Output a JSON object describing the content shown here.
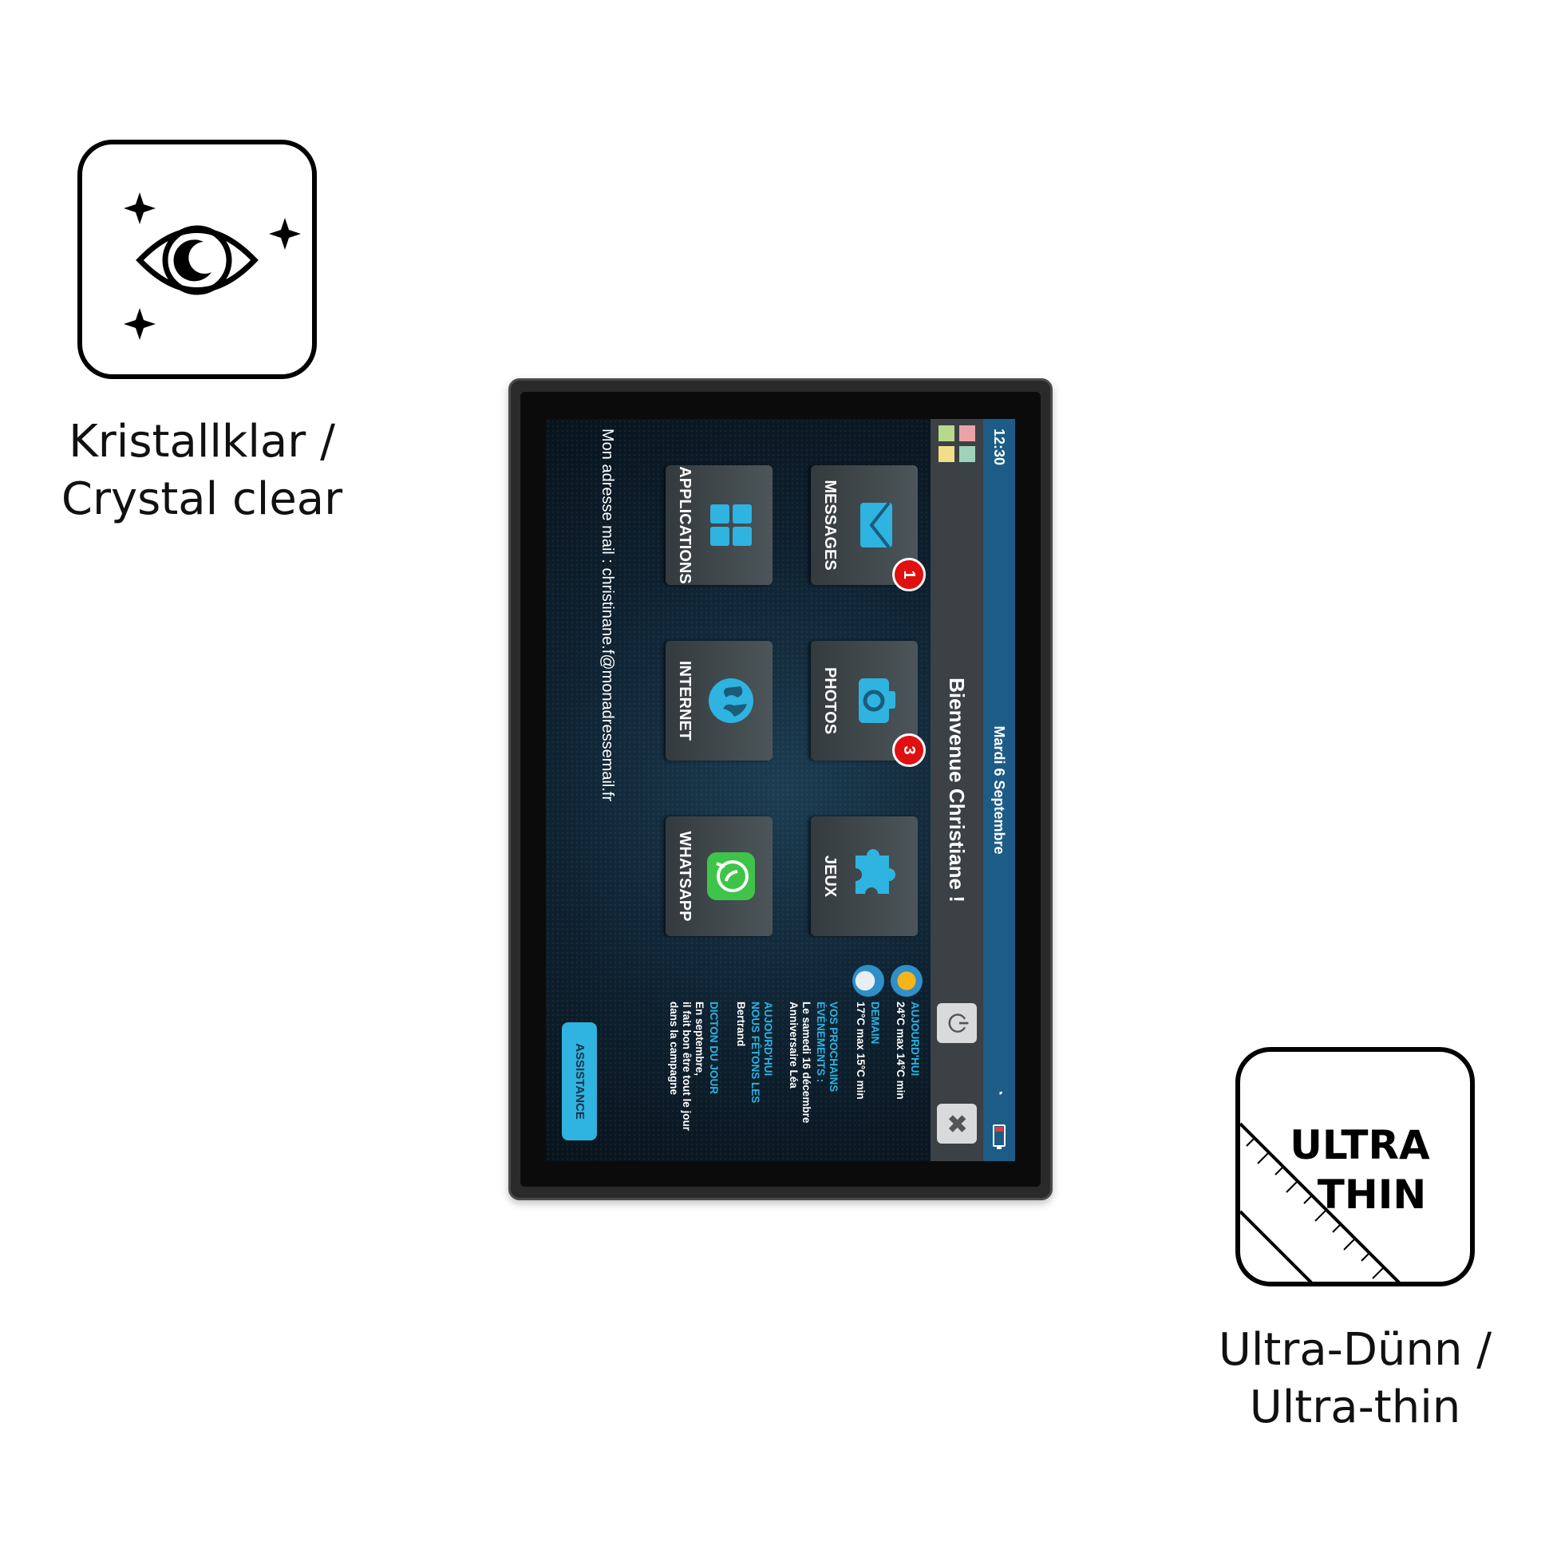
{
  "features": {
    "crystal_caption_line1": "Kristallklar /",
    "crystal_caption_line2": "Crystal clear",
    "thin_caption_line1": "Ultra-Dünn /",
    "thin_caption_line2": "Ultra-thin",
    "thin_badge_line1": "ULTRA",
    "thin_badge_line2": "THIN"
  },
  "status_bar": {
    "time": "12:30",
    "date": "Mardi 6 Septembre",
    "wifi_icon": "wifi-icon",
    "battery_icon": "battery-low-icon"
  },
  "header": {
    "welcome": "Bienvenue Christiane !",
    "home_icon": "app-grid-icon",
    "power_icon": "power-icon",
    "tools_icon": "tools-icon"
  },
  "tiles": [
    {
      "label": "MESSAGES",
      "icon": "envelope-icon",
      "badge": "1"
    },
    {
      "label": "PHOTOS",
      "icon": "camera-icon",
      "badge": "3"
    },
    {
      "label": "JEUX",
      "icon": "puzzle-icon"
    },
    {
      "label": "APPLICATIONS",
      "icon": "app-grid-icon"
    },
    {
      "label": "INTERNET",
      "icon": "globe-icon"
    },
    {
      "label": "WHATSAPP",
      "icon": "whatsapp-icon"
    }
  ],
  "email_line": "Mon adresse mail : christinane.f@monadressemail.fr",
  "info": {
    "today_label": "AUJOURD'HUI",
    "today_weather": "24°C max 14°C min",
    "tomorrow_label": "DEMAIN",
    "tomorrow_weather": "17°C max 15°C min",
    "events_label_1": "VOS PROCHAINS",
    "events_label_2": "ÉVÉNEMENTS :",
    "event_line_1": "Le samedi 16 décembre",
    "event_line_2": "Anniversaire Léa",
    "saints_label_1": "AUJOURD'HUI",
    "saints_label_2": "NOUS FÊTONS LES",
    "saint_name": "Bertrand",
    "saying_label": "DICTON DU JOUR",
    "saying_line_1": "En septembre,",
    "saying_line_2": "il fait bon être tout le jour",
    "saying_line_3": "dans la campagne"
  },
  "assistance_label": "ASSISTANCE",
  "colors": {
    "status_bar": "#1d5c86",
    "accent": "#29b4e3",
    "badge": "#e01010",
    "tile": "#434b4f"
  }
}
